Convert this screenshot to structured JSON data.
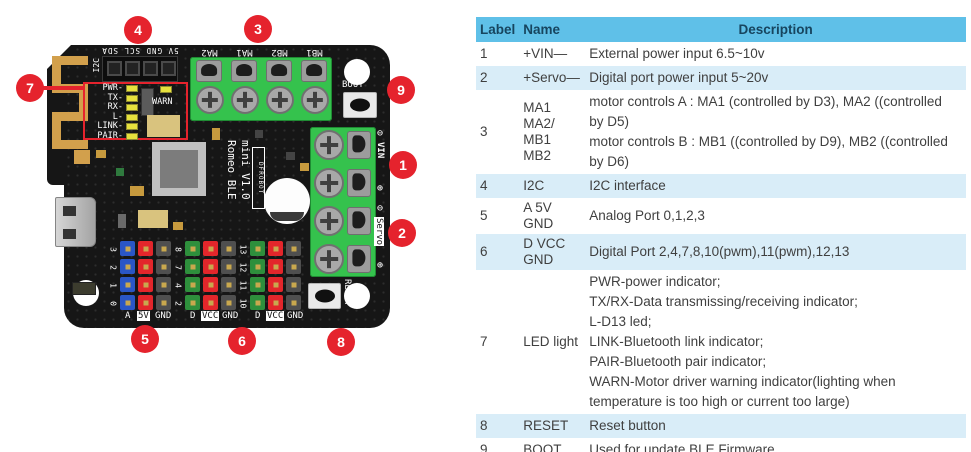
{
  "board": {
    "callouts": {
      "c1": "1",
      "c2": "2",
      "c3": "3",
      "c4": "4",
      "c5": "5",
      "c6": "6",
      "c7": "7",
      "c8": "8",
      "c9": "9"
    },
    "silkscreen": {
      "i2c": "I2C",
      "i2c_pins": "5V GND SCL SDA",
      "motor_pins": [
        "MA2",
        "MA1",
        "MB2",
        "MB1"
      ],
      "led_labels": [
        "PWR-",
        "TX-",
        "RX-",
        "L-",
        "LINK-",
        "PAIR-"
      ],
      "warn": "WARN",
      "boot": "BOOT",
      "reset": "RESET",
      "vin": "VIN",
      "servo": "Servo",
      "plus": "⊕",
      "minus": "⊖",
      "title": "Romeo BLE\nmini V1.0",
      "brand": "DFROBOT",
      "analog_row_pins": [
        "3",
        "2",
        "1",
        "0"
      ],
      "digital_row_pins_a": [
        "8",
        "7",
        "4",
        "2"
      ],
      "digital_row_pins_b": [
        "13",
        "12",
        "11",
        "10"
      ],
      "analog_footer": [
        "A",
        "5V",
        "GND"
      ],
      "digital_footer": [
        "D",
        "VCC",
        "GND"
      ]
    }
  },
  "colors": {
    "accent_red": "#e5232d",
    "header_blue": "#5fc0e8",
    "row_alt_blue": "#d9edf8",
    "board_black": "#161616",
    "terminal_green": "#35c24d",
    "antenna_gold": "#d2a04c",
    "led_yellow": "#e6e13d",
    "analog": "#2a56c6",
    "power": "#e3262b",
    "ground": "#4f4f4f",
    "digital": "#2e8f3c"
  },
  "table": {
    "headers": [
      "Label",
      "Name",
      "Description"
    ],
    "rows": [
      {
        "label": "1",
        "name": "+VIN—",
        "desc": "External power input 6.5~10v"
      },
      {
        "label": "2",
        "name": "+Servo—",
        "desc": "Digital port power input 5~20v"
      },
      {
        "label": "3",
        "name": "MA1 MA2/\nMB1 MB2",
        "desc": "motor controls A : MA1 (controlled by D3), MA2 ((controlled\nby D5)\nmotor controls B : MB1 ((controlled by D9), MB2 ((controlled\nby D6)"
      },
      {
        "label": "4",
        "name": "I2C",
        "desc": "I2C interface"
      },
      {
        "label": "5",
        "name": "A 5V GND",
        "desc": "Analog Port 0,1,2,3"
      },
      {
        "label": "6",
        "name": "D VCC\nGND",
        "desc": "Digital Port 2,4,7,8,10(pwm),11(pwm),12,13"
      },
      {
        "label": "7",
        "name": "LED light",
        "desc": "PWR-power indicator;\nTX/RX-Data transmissing/receiving indicator;\nL-D13 led;\nLINK-Bluetooth link indicator;\nPAIR-Bluetooth pair indicator;\nWARN-Motor driver warning indicator(lighting when\ntemperature is too high or current too large)"
      },
      {
        "label": "8",
        "name": "RESET",
        "desc": "Reset button"
      },
      {
        "label": "9",
        "name": "BOOT",
        "desc": "Used for update BLE Firmware"
      }
    ]
  }
}
